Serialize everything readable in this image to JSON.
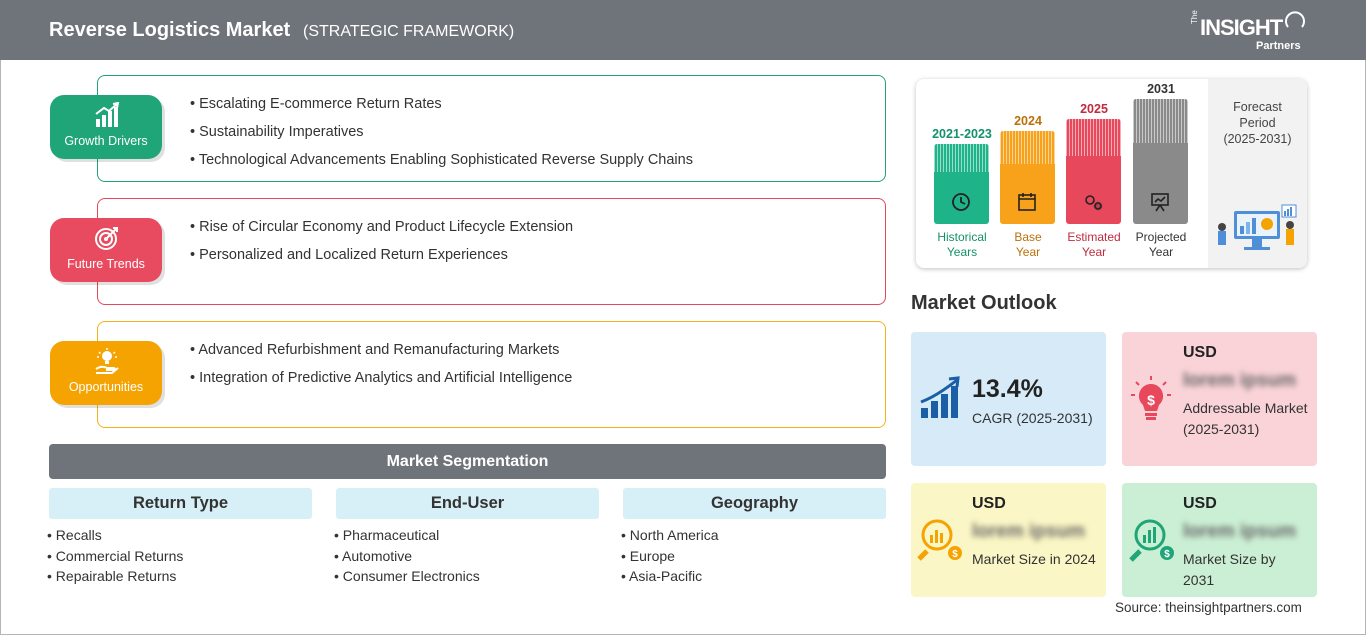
{
  "header": {
    "title": "Reverse Logistics Market",
    "subtitle": "(STRATEGIC FRAMEWORK)",
    "logo": {
      "the": "The",
      "main": "INSIGHT",
      "partners": "Partners"
    },
    "background": "#6f737a"
  },
  "framework": {
    "drivers": {
      "label": "Growth Drivers",
      "color": "#1fa578",
      "icon": "growth-chart-icon",
      "items": [
        "Escalating E-commerce Return Rates",
        "Sustainability Imperatives",
        "Technological Advancements Enabling Sophisticated Reverse Supply Chains"
      ]
    },
    "trends": {
      "label": "Future Trends",
      "color": "#e84a5f",
      "icon": "target-icon",
      "items": [
        "Rise of Circular Economy and Product Lifecycle Extension",
        "Personalized and Localized Return Experiences"
      ]
    },
    "opportunities": {
      "label": "Opportunities",
      "color": "#f5a300",
      "icon": "hand-bulb-icon",
      "items": [
        "Advanced Refurbishment and Remanufacturing Markets",
        "Integration of Predictive Analytics and Artificial Intelligence"
      ]
    }
  },
  "segmentation": {
    "title": "Market Segmentation",
    "columns": [
      {
        "heading": "Return Type",
        "items": [
          "Recalls",
          "Commercial Returns",
          "Repairable Returns"
        ]
      },
      {
        "heading": "End-User",
        "items": [
          "Pharmaceutical",
          "Automotive",
          "Consumer Electronics"
        ]
      },
      {
        "heading": "Geography",
        "items": [
          "North America",
          "Europe",
          "Asia-Pacific"
        ]
      }
    ]
  },
  "timeline": {
    "bars": [
      {
        "year": "2021-2023",
        "caption": [
          "Historical",
          "Years"
        ],
        "color": "#1fb389",
        "year_color": "#14906a",
        "cap_color": "#14906a",
        "icon": "history-icon"
      },
      {
        "year": "2024",
        "caption": [
          "Base",
          "Year"
        ],
        "color": "#f7a21a",
        "year_color": "#b9710a",
        "cap_color": "#b9710a",
        "icon": "calendar-icon"
      },
      {
        "year": "2025",
        "caption": [
          "Estimated",
          "Year"
        ],
        "color": "#e8485c",
        "year_color": "#c02b3e",
        "cap_color": "#c02b3e",
        "icon": "gears-icon"
      },
      {
        "year": "2031",
        "caption": [
          "Projected",
          "Year"
        ],
        "color": "#8a8a8a",
        "year_color": "#333333",
        "cap_color": "#333333",
        "icon": "presentation-icon"
      }
    ],
    "forecast": {
      "label": "Forecast Period",
      "years": "(2025-2031)"
    }
  },
  "outlook": {
    "title": "Market Outlook",
    "cagr": {
      "value": "13.4%",
      "label": "CAGR (2025-2031)"
    },
    "addressable": {
      "currency": "USD",
      "value": "lorem ipsum",
      "label": "Addressable Market (2025-2031)"
    },
    "size_2024": {
      "currency": "USD",
      "value": "lorem ipsum",
      "label": "Market Size in 2024"
    },
    "size_2031": {
      "currency": "USD",
      "value": "lorem ipsum",
      "label": "Market Size by 2031"
    }
  },
  "source": "Source: theinsightpartners.com"
}
